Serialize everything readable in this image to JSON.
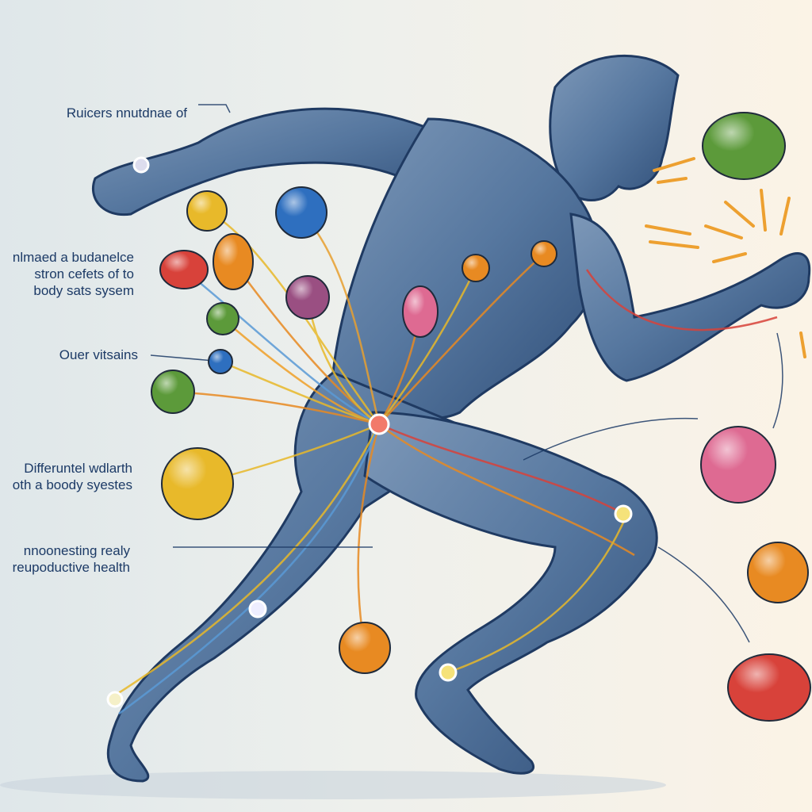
{
  "labels": {
    "top": "Ruicers nnutdnae of",
    "balance_1": "nlmaed a budanelce",
    "balance_2": "stron cefets of to",
    "balance_3": "body sats sysem",
    "vitamins": "Ouer vitsains",
    "differential_1": "Differuntel wdlarth",
    "differential_2": "oth a boody syestes",
    "reproductive_1": "nnoonesting realy",
    "reproductive_2": "reupoductive health"
  },
  "colors": {
    "text": "#1c3a66",
    "body": "#4f6f96",
    "body_dark": "#2c4a72",
    "yellow": "#e8b92a",
    "orange": "#e88a22",
    "red": "#d8423a",
    "green": "#5c9a3a",
    "blue": "#2e6fbf",
    "purple": "#9a4f82",
    "pink": "#de6a92"
  },
  "nutrient_balls": [
    {
      "color": "yellow"
    },
    {
      "color": "blue"
    },
    {
      "color": "red"
    },
    {
      "color": "orange"
    },
    {
      "color": "purple"
    },
    {
      "color": "green"
    },
    {
      "color": "blue"
    },
    {
      "color": "green"
    },
    {
      "color": "yellow"
    },
    {
      "color": "orange"
    },
    {
      "color": "pink"
    },
    {
      "color": "orange"
    },
    {
      "color": "orange"
    },
    {
      "color": "green"
    },
    {
      "color": "pink"
    },
    {
      "color": "orange"
    },
    {
      "color": "red"
    }
  ]
}
